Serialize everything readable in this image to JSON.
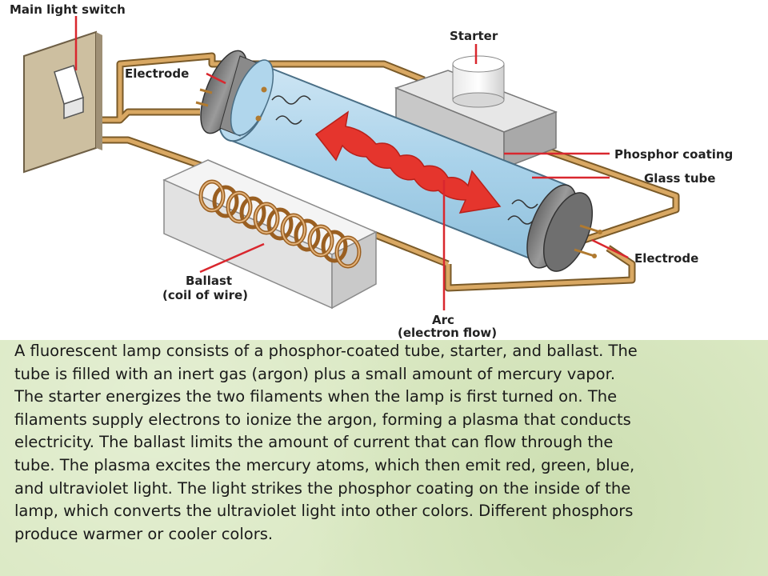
{
  "diagram": {
    "labels": {
      "main_light_switch": "Main light switch",
      "starter": "Starter",
      "electrode_left": "Electrode",
      "phosphor_coating": "Phosphor coating",
      "glass_tube": "Glass tube",
      "electrode_right": "Electrode",
      "ballast_line1": "Ballast",
      "ballast_line2": "(coil of wire)",
      "arc_line1": "Arc",
      "arc_line2": "(electron flow)"
    }
  },
  "caption": {
    "lines": [
      "A fluorescent lamp consists of a phosphor-coated tube, starter, and ballast. The",
      "tube is filled with an inert gas (argon) plus a small amount of mercury vapor.",
      "The starter energizes the two filaments when the lamp is first turned on. The",
      "filaments supply electrons to ionize the argon, forming a plasma that conducts",
      "electricity. The ballast limits the amount of current that can flow through the",
      "tube. The plasma excites the mercury atoms, which then emit red, green, blue,",
      "and ultraviolet light. The light strikes the phosphor coating on the inside of the",
      "lamp, which converts the ultraviolet light into other colors. Different phosphors",
      "produce warmer or cooler colors."
    ]
  }
}
